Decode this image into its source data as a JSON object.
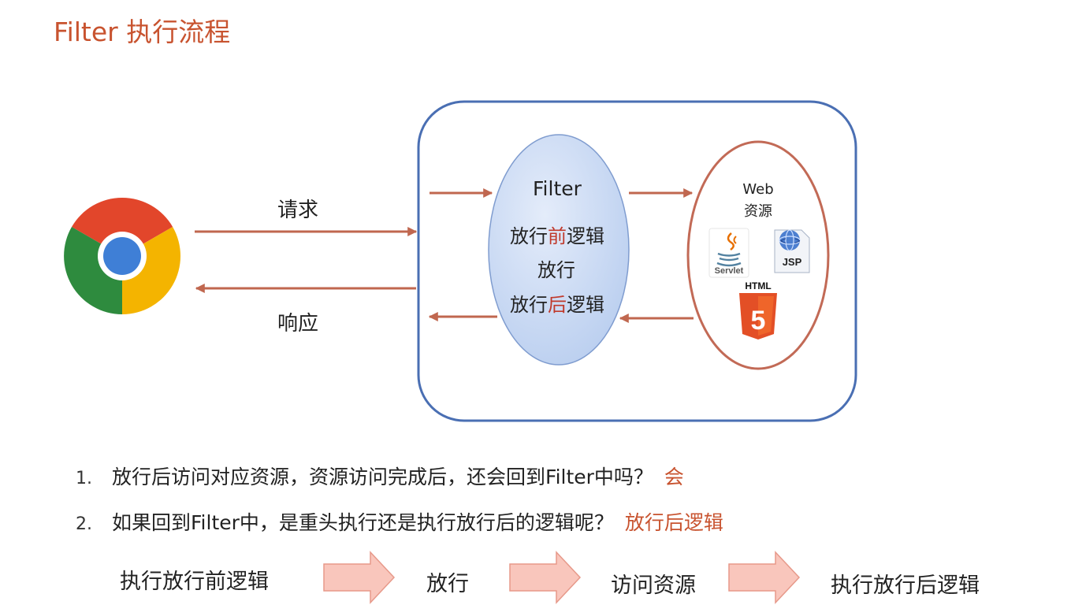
{
  "title": "Filter 执行流程",
  "labels": {
    "request": "请求",
    "response": "响应"
  },
  "filter": {
    "title": "Filter",
    "line1_pre": "放行",
    "line1_hl": "前",
    "line1_post": "逻辑",
    "line2": "放行",
    "line3_pre": "放行",
    "line3_hl": "后",
    "line3_post": "逻辑"
  },
  "web": {
    "line1": "Web",
    "line2": "资源",
    "servlet": "Servlet",
    "jsp": "JSP",
    "html": "HTML",
    "html_num": "5"
  },
  "questions": [
    {
      "num": "1.",
      "text": "放行后访问对应资源，资源访问完成后，还会回到Filter中吗？",
      "answer": "会"
    },
    {
      "num": "2.",
      "text": "如果回到Filter中，是重头执行还是执行放行后的逻辑呢？",
      "answer": "放行后逻辑"
    }
  ],
  "steps": [
    "执行放行前逻辑",
    "放行",
    "访问资源",
    "执行放行后逻辑"
  ],
  "colors": {
    "title": "#c8532f",
    "arrow": "#c0674f",
    "box_border": "#4a6fb3",
    "filter_fill": "#c9daf4",
    "web_border": "#c26a56",
    "step_arrow_fill": "#f9c6bc",
    "step_arrow_stroke": "#e7998a"
  }
}
